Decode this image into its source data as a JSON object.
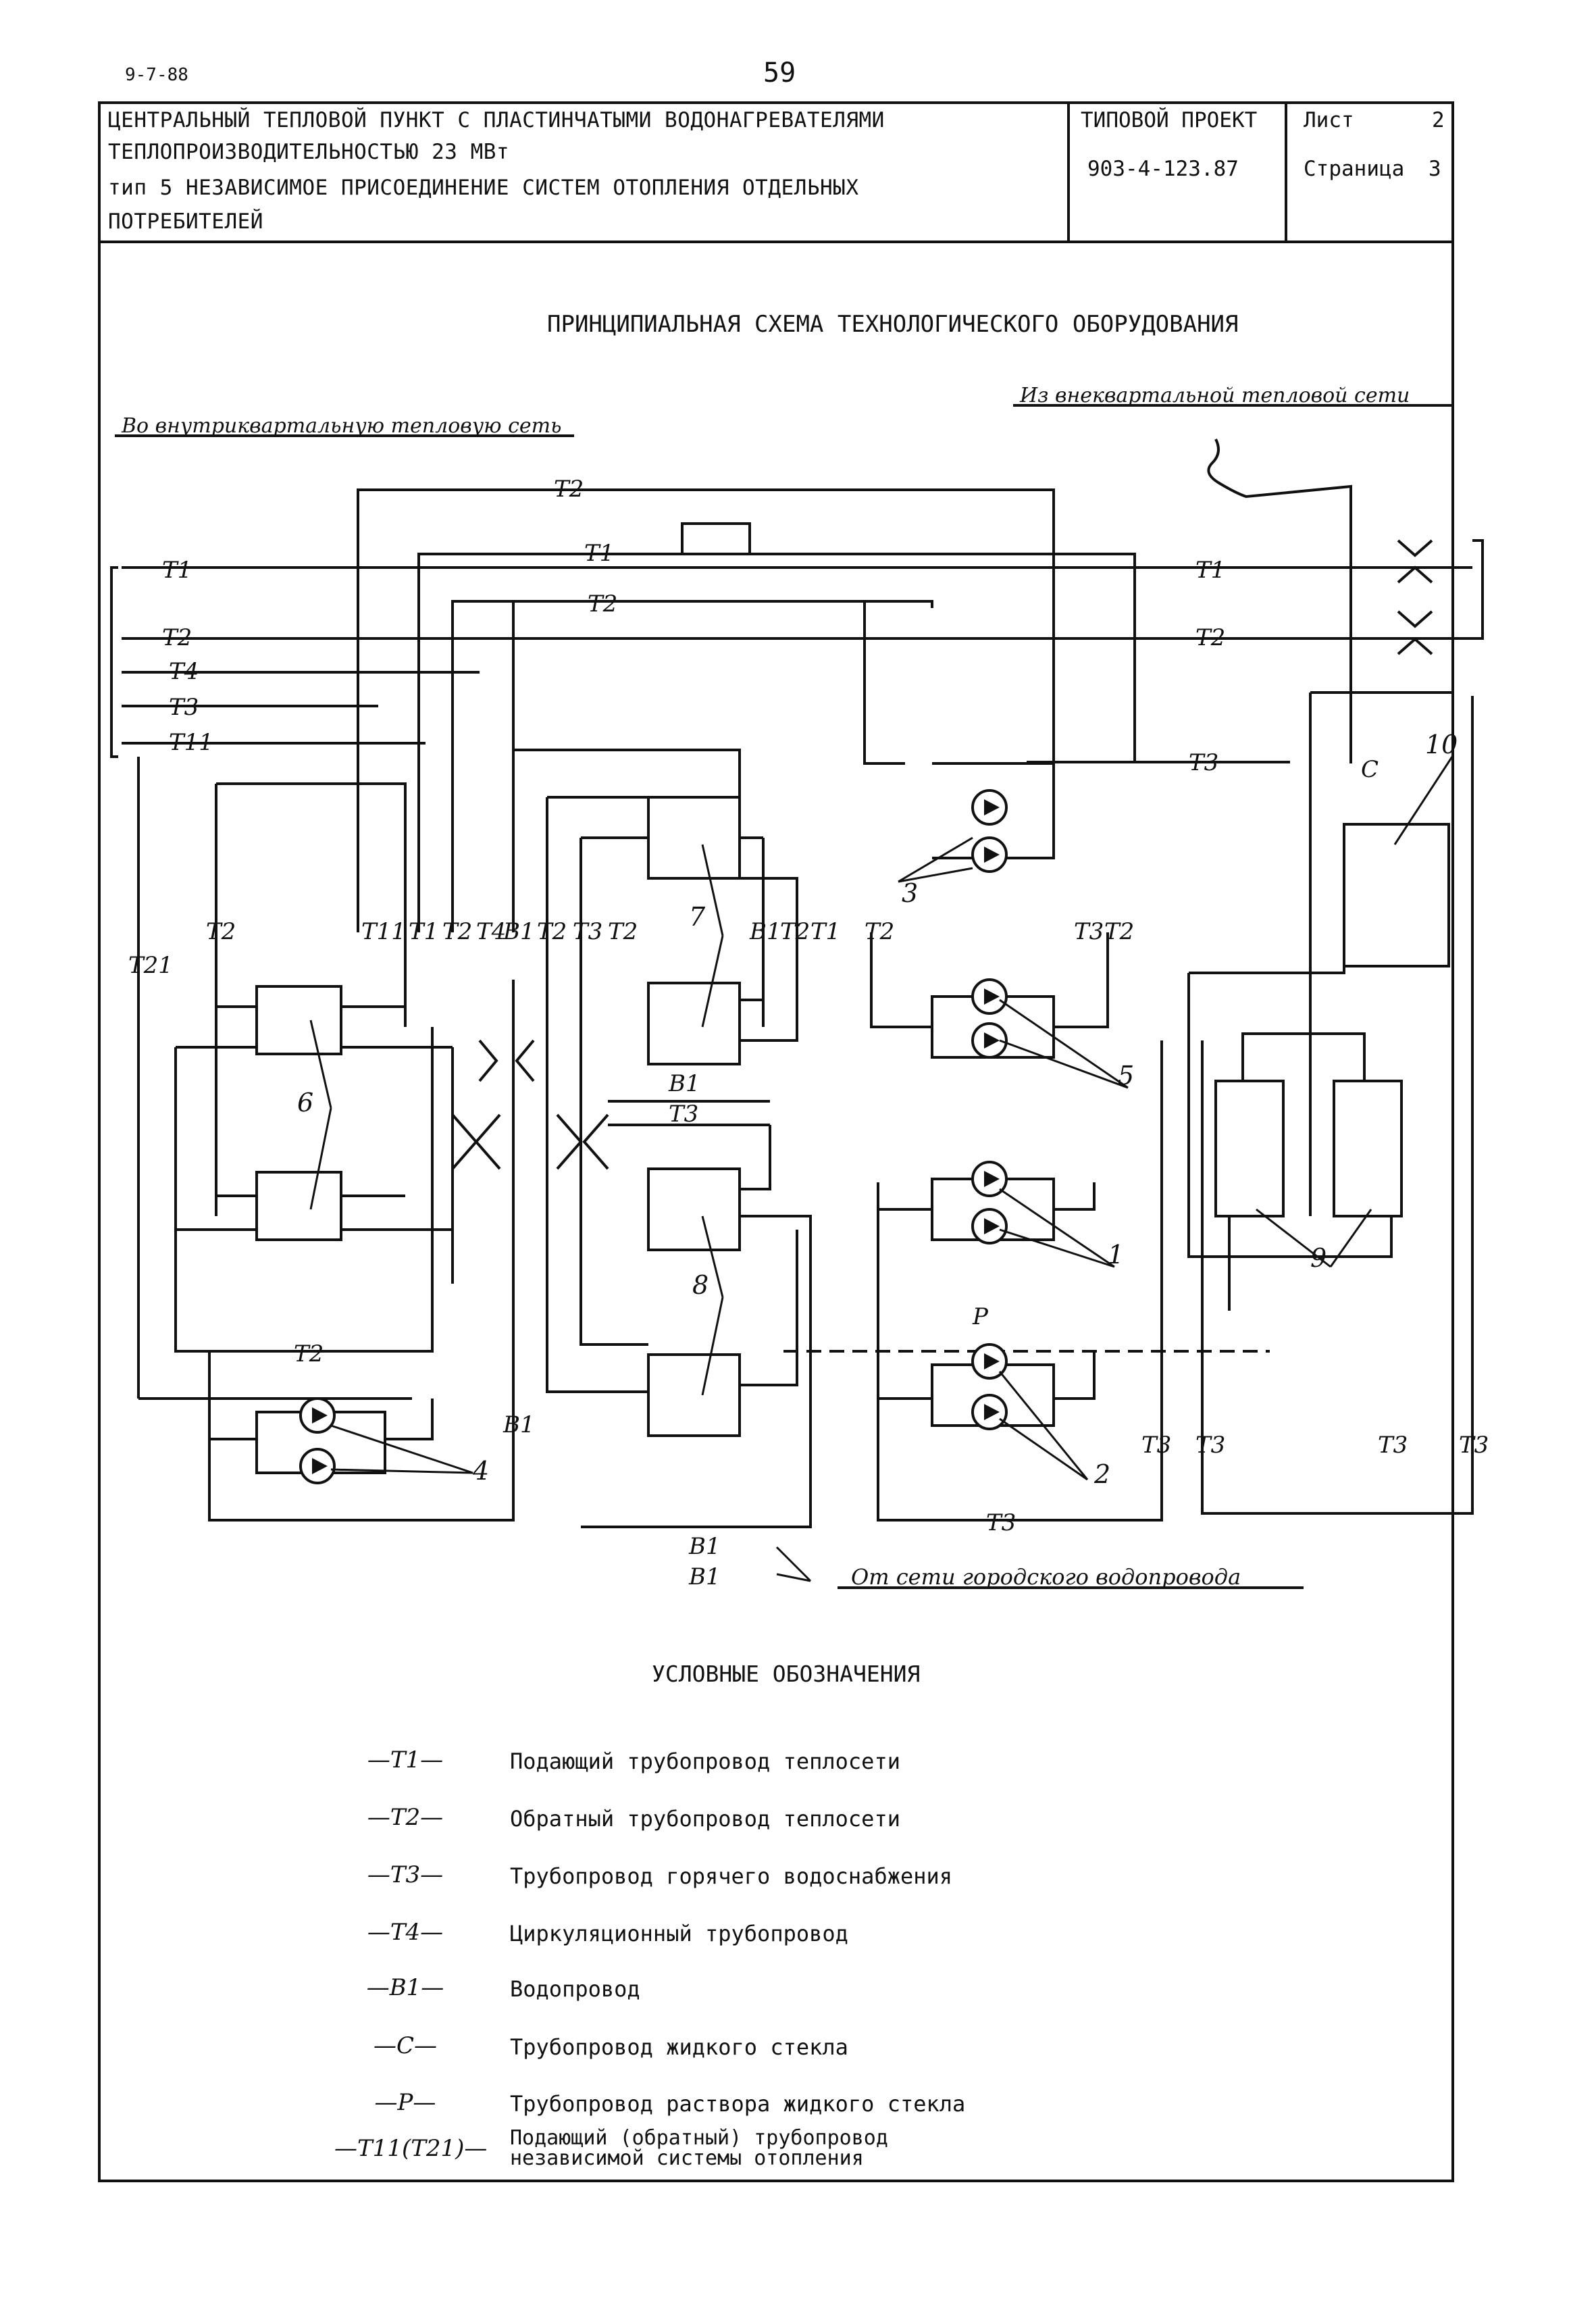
{
  "sheet": {
    "corner_code": "9-7-88",
    "page_number": "59"
  },
  "title_block": {
    "title_lines": [
      "ЦЕНТРАЛЬНЫЙ ТЕПЛОВОЙ ПУНКТ С ПЛАСТИНЧАТЫМИ ВОДОНАГРЕВАТЕЛЯМИ",
      "ТЕПЛОПРОИЗВОДИТЕЛЬНОСТЬЮ 23 МВт",
      "тип 5 НЕЗАВИСИМОЕ ПРИСОЕДИНЕНИЕ СИСТЕМ ОТОПЛЕНИЯ ОТДЕЛЬНЫХ",
      "ПОТРЕБИТЕЛЕЙ"
    ],
    "project_label": "ТИПОВОЙ ПРОЕКТ",
    "project_number": "903-4-123.87",
    "sheet_label": "Лист",
    "sheet_value": "2",
    "page_label": "Страница",
    "page_value": "3"
  },
  "diagram": {
    "heading": "ПРИНЦИПИАЛЬНАЯ СХЕМА ТЕХНОЛОГИЧЕСКОГО ОБОРУДОВАНИЯ",
    "note_to_network": "Во внутриквартальную тепловую сеть",
    "note_from_network": "Из внеквартальной тепловой сети",
    "note_water_supply": "От сети городского водопровода",
    "line_labels": {
      "t1": "Т1",
      "t2": "Т2",
      "t3": "Т3",
      "t4": "Т4",
      "t11": "Т11",
      "t21": "Т21",
      "b1": "В1",
      "c": "С",
      "p": "Р"
    },
    "equipment_labels": [
      "1",
      "2",
      "3",
      "4",
      "5",
      "6",
      "7",
      "8",
      "9",
      "10"
    ]
  },
  "legend": {
    "title": "УСЛОВНЫЕ ОБОЗНАЧЕНИЯ",
    "items": [
      {
        "code": "—Т1—",
        "description": "Подающий трубопровод теплосети"
      },
      {
        "code": "—Т2—",
        "description": "Обратный трубопровод теплосети"
      },
      {
        "code": "—Т3—",
        "description": "Трубопровод горячего водоснабжения"
      },
      {
        "code": "—Т4—",
        "description": "Циркуляционный трубопровод"
      },
      {
        "code": "—В1—",
        "description": "Водопровод"
      },
      {
        "code": "—С—",
        "description": "Трубопровод жидкого стекла"
      },
      {
        "code": "—Р—",
        "description": "Трубопровод раствора жидкого стекла"
      },
      {
        "code": "—Т11(Т21)—",
        "description": "Подающий (обратный) трубопровод\nнезависимой системы отопления"
      }
    ]
  }
}
